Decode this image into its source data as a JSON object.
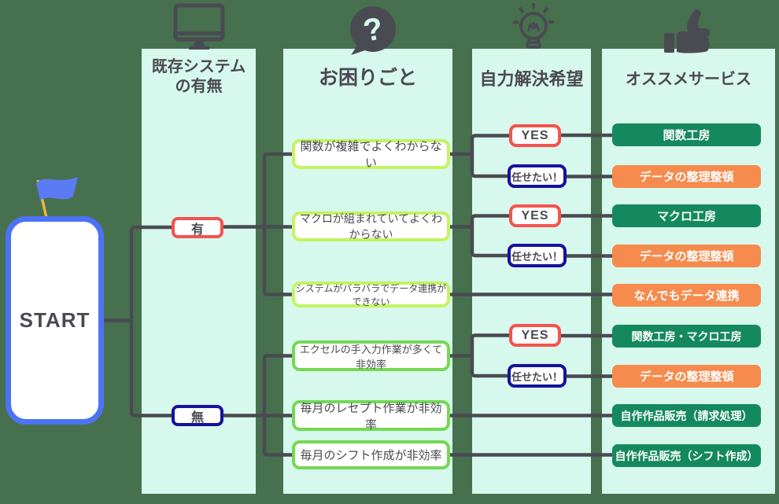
{
  "colors": {
    "background": "#47704F",
    "column_bg": "#D7F8EC",
    "ink": "#4A4A52",
    "start_border_blue": "#4D73F5",
    "flag_blue": "#5A7BF4",
    "flag_pole_gold": "#E7B83E",
    "yes_red": "#F4534E",
    "delegate_navy": "#16129B",
    "problem_lime_border": "#C4F45F",
    "problem_green_border": "#74D854",
    "service_green": "#15895E",
    "service_orange": "#F68B4D",
    "service_text": "#FFFFFF"
  },
  "start": {
    "label": "START"
  },
  "columns": {
    "col1": {
      "header": "既存システム\nの有無",
      "icon": "monitor-icon"
    },
    "col2": {
      "header": "お困りごと",
      "icon": "question-bubble-icon"
    },
    "col3": {
      "header": "自力解決希望",
      "icon": "lightbulb-icon"
    },
    "col4": {
      "header": "オススメサービス",
      "icon": "thumbs-up-icon"
    }
  },
  "branches": {
    "have": {
      "label": "有"
    },
    "none": {
      "label": "無"
    }
  },
  "problems": {
    "p1": {
      "label": "関数が複雑でよくわからない"
    },
    "p2": {
      "label": "マクロが組まれていてよくわからない"
    },
    "p3": {
      "label": "システムがバラバラでデータ連携ができない"
    },
    "p4": {
      "label": "エクセルの手入力作業が多くて非効率"
    },
    "p5": {
      "label": "毎月のレセプト作業が非効率"
    },
    "p6": {
      "label": "毎月のシフト作成が非効率"
    }
  },
  "decisions": {
    "yes1": {
      "label": "YES"
    },
    "leave1": {
      "label": "任せたい！"
    },
    "yes2": {
      "label": "YES"
    },
    "leave2": {
      "label": "任せたい！"
    },
    "yes3": {
      "label": "YES"
    },
    "leave3": {
      "label": "任せたい！"
    }
  },
  "services": {
    "s1": {
      "label": "関数工房"
    },
    "s2": {
      "label": "データの整理整頓"
    },
    "s3": {
      "label": "マクロ工房"
    },
    "s4": {
      "label": "データの整理整頓"
    },
    "s5": {
      "label": "なんでもデータ連携"
    },
    "s6": {
      "label": "関数工房・マクロ工房"
    },
    "s7": {
      "label": "データの整理整頓"
    },
    "s8": {
      "label": "自作作品販売（請求処理）"
    },
    "s9": {
      "label": "自作作品販売（シフト作成）"
    }
  }
}
